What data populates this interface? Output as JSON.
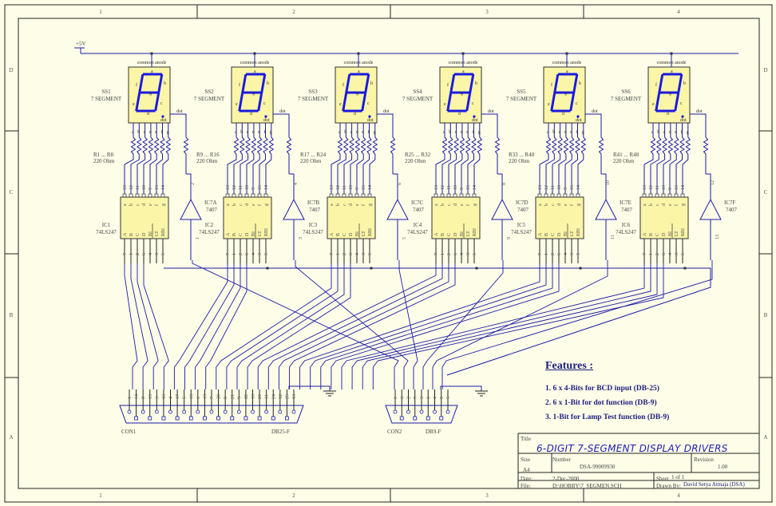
{
  "sheet": {
    "background": "#fdfde8",
    "wire_color": "#1a1aa8",
    "part_fill": "#fbf5a8",
    "column_labels": [
      "1",
      "2",
      "3",
      "4"
    ],
    "row_labels": [
      "D",
      "C",
      "B",
      "A"
    ]
  },
  "power": {
    "label": "+5V"
  },
  "displays": [
    {
      "ref": "SS1",
      "type": "7 SEGMENT",
      "anode_label": "common anode",
      "dot_label": "dot",
      "resistors": "R1 ... R8",
      "value": "220 Ohm"
    },
    {
      "ref": "SS2",
      "type": "7 SEGMENT",
      "anode_label": "common anode",
      "dot_label": "dot",
      "resistors": "R9 ... R16",
      "value": "220 Ohm"
    },
    {
      "ref": "SS3",
      "type": "7 SEGMENT",
      "anode_label": "common anode",
      "dot_label": "dot",
      "resistors": "R17 ... R24",
      "value": "220 Ohm"
    },
    {
      "ref": "SS4",
      "type": "7 SEGMENT",
      "anode_label": "common anode",
      "dot_label": "dot",
      "resistors": "R25 ... R32",
      "value": "220 Ohm"
    },
    {
      "ref": "SS5",
      "type": "7 SEGMENT",
      "anode_label": "common anode",
      "dot_label": "dot",
      "resistors": "R33 ... R40",
      "value": "220 Ohm"
    },
    {
      "ref": "SS6",
      "type": "7 SEGMENT",
      "anode_label": "common anode",
      "dot_label": "dot",
      "resistors": "R41 ... R48",
      "value": "220 Ohm"
    }
  ],
  "segment_letters": [
    "a",
    "b",
    "c",
    "d",
    "e",
    "f",
    "g"
  ],
  "drivers": [
    {
      "ref": "IC1",
      "part": "74LS247"
    },
    {
      "ref": "IC2",
      "part": "74LS247"
    },
    {
      "ref": "IC3",
      "part": "74LS247"
    },
    {
      "ref": "IC4",
      "part": "74LS247"
    },
    {
      "ref": "IC5",
      "part": "74LS247"
    },
    {
      "ref": "IC6",
      "part": "74LS247"
    }
  ],
  "driver_pins": {
    "top_pins": [
      "13",
      "12",
      "11",
      "10",
      "9",
      "15",
      "14"
    ],
    "top_names": [
      "a",
      "b",
      "c",
      "d",
      "e",
      "f",
      "g"
    ],
    "bottom_pins": [
      "7",
      "1",
      "2",
      "6",
      "4",
      "3",
      "5"
    ],
    "bottom_names": [
      "A",
      "B",
      "C",
      "D",
      "BI",
      "LT",
      "RBI"
    ]
  },
  "buffers": [
    {
      "ref": "IC7A",
      "part": "7407",
      "in_pin": "1",
      "out_pin": "2"
    },
    {
      "ref": "IC7B",
      "part": "7407",
      "in_pin": "3",
      "out_pin": "4"
    },
    {
      "ref": "IC7C",
      "part": "7407",
      "in_pin": "5",
      "out_pin": "6"
    },
    {
      "ref": "IC7D",
      "part": "7407",
      "in_pin": "9",
      "out_pin": "8"
    },
    {
      "ref": "IC7E",
      "part": "7407",
      "in_pin": "11",
      "out_pin": "10"
    },
    {
      "ref": "IC7F",
      "part": "7407",
      "in_pin": "13",
      "out_pin": "12"
    }
  ],
  "connectors": [
    {
      "ref": "CON1",
      "type": "DB25-F",
      "pin_labels": [
        "1",
        "14",
        "2",
        "15",
        "3",
        "16",
        "4",
        "17",
        "5",
        "18",
        "6",
        "19",
        "7",
        "20",
        "8",
        "21",
        "9",
        "22",
        "10",
        "23",
        "11",
        "24",
        "12",
        "25",
        "13"
      ]
    },
    {
      "ref": "CON2",
      "type": "DB9-F",
      "pin_labels": [
        "1",
        "6",
        "2",
        "7",
        "3",
        "8",
        "4",
        "9",
        "5"
      ]
    }
  ],
  "features": {
    "title": "Features :",
    "items": [
      "1. 6 x 4-Bits for BCD input (DB-25)",
      "2. 6 x 1-Bit for dot function (DB-9)",
      "3. 1-Bit for Lamp Test function (DB-9)"
    ]
  },
  "title_block": {
    "title_label": "Title",
    "title": "6-DIGIT 7-SEGMENT DISPLAY DRIVERS",
    "size_label": "Size",
    "size": "A4",
    "number_label": "Number",
    "number": "DSA-99009930",
    "revision_label": "Revision",
    "revision": "1.00",
    "date_label": "Date:",
    "date": "2-Dec-2000",
    "sheet_label": "Sheet",
    "sheet_of": "1 of  1",
    "file_label": "File:",
    "file": "D:\\HOBBY\\7_SEGMEN.SCH",
    "drawn_by_label": "Drawn By:",
    "drawn_by": "David Setya Atmaja (DSA)"
  }
}
